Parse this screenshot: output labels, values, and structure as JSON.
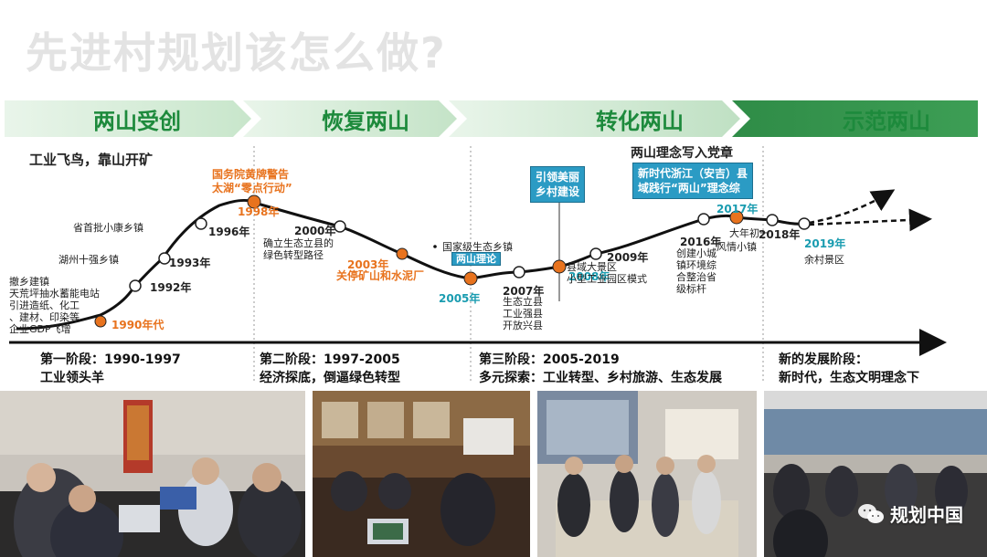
{
  "title": "先进村规划该怎么做?",
  "phases": [
    "两山受创",
    "恢复两山",
    "转化两山",
    "示范两山"
  ],
  "years": {
    "y1990": "1990年代",
    "y1992": "1992年",
    "y1993": "1993年",
    "y1996": "1996年",
    "y1998": "1998年",
    "y2000": "2000年",
    "y2003": "2003年",
    "y2005": "2005年",
    "y2007": "2007年",
    "y2008": "2008年",
    "y2009": "2009年",
    "y2016": "2016年",
    "y2017": "2017年",
    "y2018": "2018年",
    "y2019": "2019年"
  },
  "labels": {
    "industry": "工业飞鸟，靠山开矿",
    "events1990": "撤乡建镇\n天荒坪抽水蓄能电站\n引进造纸、化工\n、建材、印染等\n企业GDP飞增",
    "huzhou": "湖州十强乡镇",
    "provincial": "省首批小康乡镇",
    "state_warning": "国务院黄牌警告\n太湖“零点行动”",
    "county_path": "确立生态立县的\n绿色转型路径",
    "shutdown": "关停矿山和水泥厂",
    "eco_town": "国家级生态乡镇",
    "liangshan": "两山理论",
    "events2007": "生态立县\n工业强县\n开放兴县",
    "events2009": "县域大景区\n小型工业园区模式",
    "events2016": "创建小城\n镇环境综\n合整治省\n级标杆",
    "events2018_a": "大年初一",
    "events2018_b": "风情小镇",
    "scenic": "余村景区",
    "party": "两山理念写入党章"
  },
  "boxes": {
    "beautiful": "引领美丽\n乡村建设",
    "newera": "新时代浙江（安吉）县\n域践行“两山”理念综"
  },
  "stages": [
    {
      "line1": "第一阶段：1990-1997",
      "line2": "工业领头羊"
    },
    {
      "line1": "第二阶段：1997-2005",
      "line2": "经济探底，倒逼绿色转型"
    },
    {
      "line1": "第三阶段：2005-2019",
      "line2": "多元探索：工业转型、乡村旅游、生态发展"
    },
    {
      "line1": "新的发展阶段：",
      "line2": "新时代，生态文明理念下"
    }
  ],
  "watermark": "规划中国",
  "colors": {
    "phase_light": "#d4ecd6",
    "phase_dark": "#2e8b45",
    "accent_orange": "#e8731e",
    "accent_teal": "#1a9cb0",
    "box_blue": "#2b9bc4"
  }
}
